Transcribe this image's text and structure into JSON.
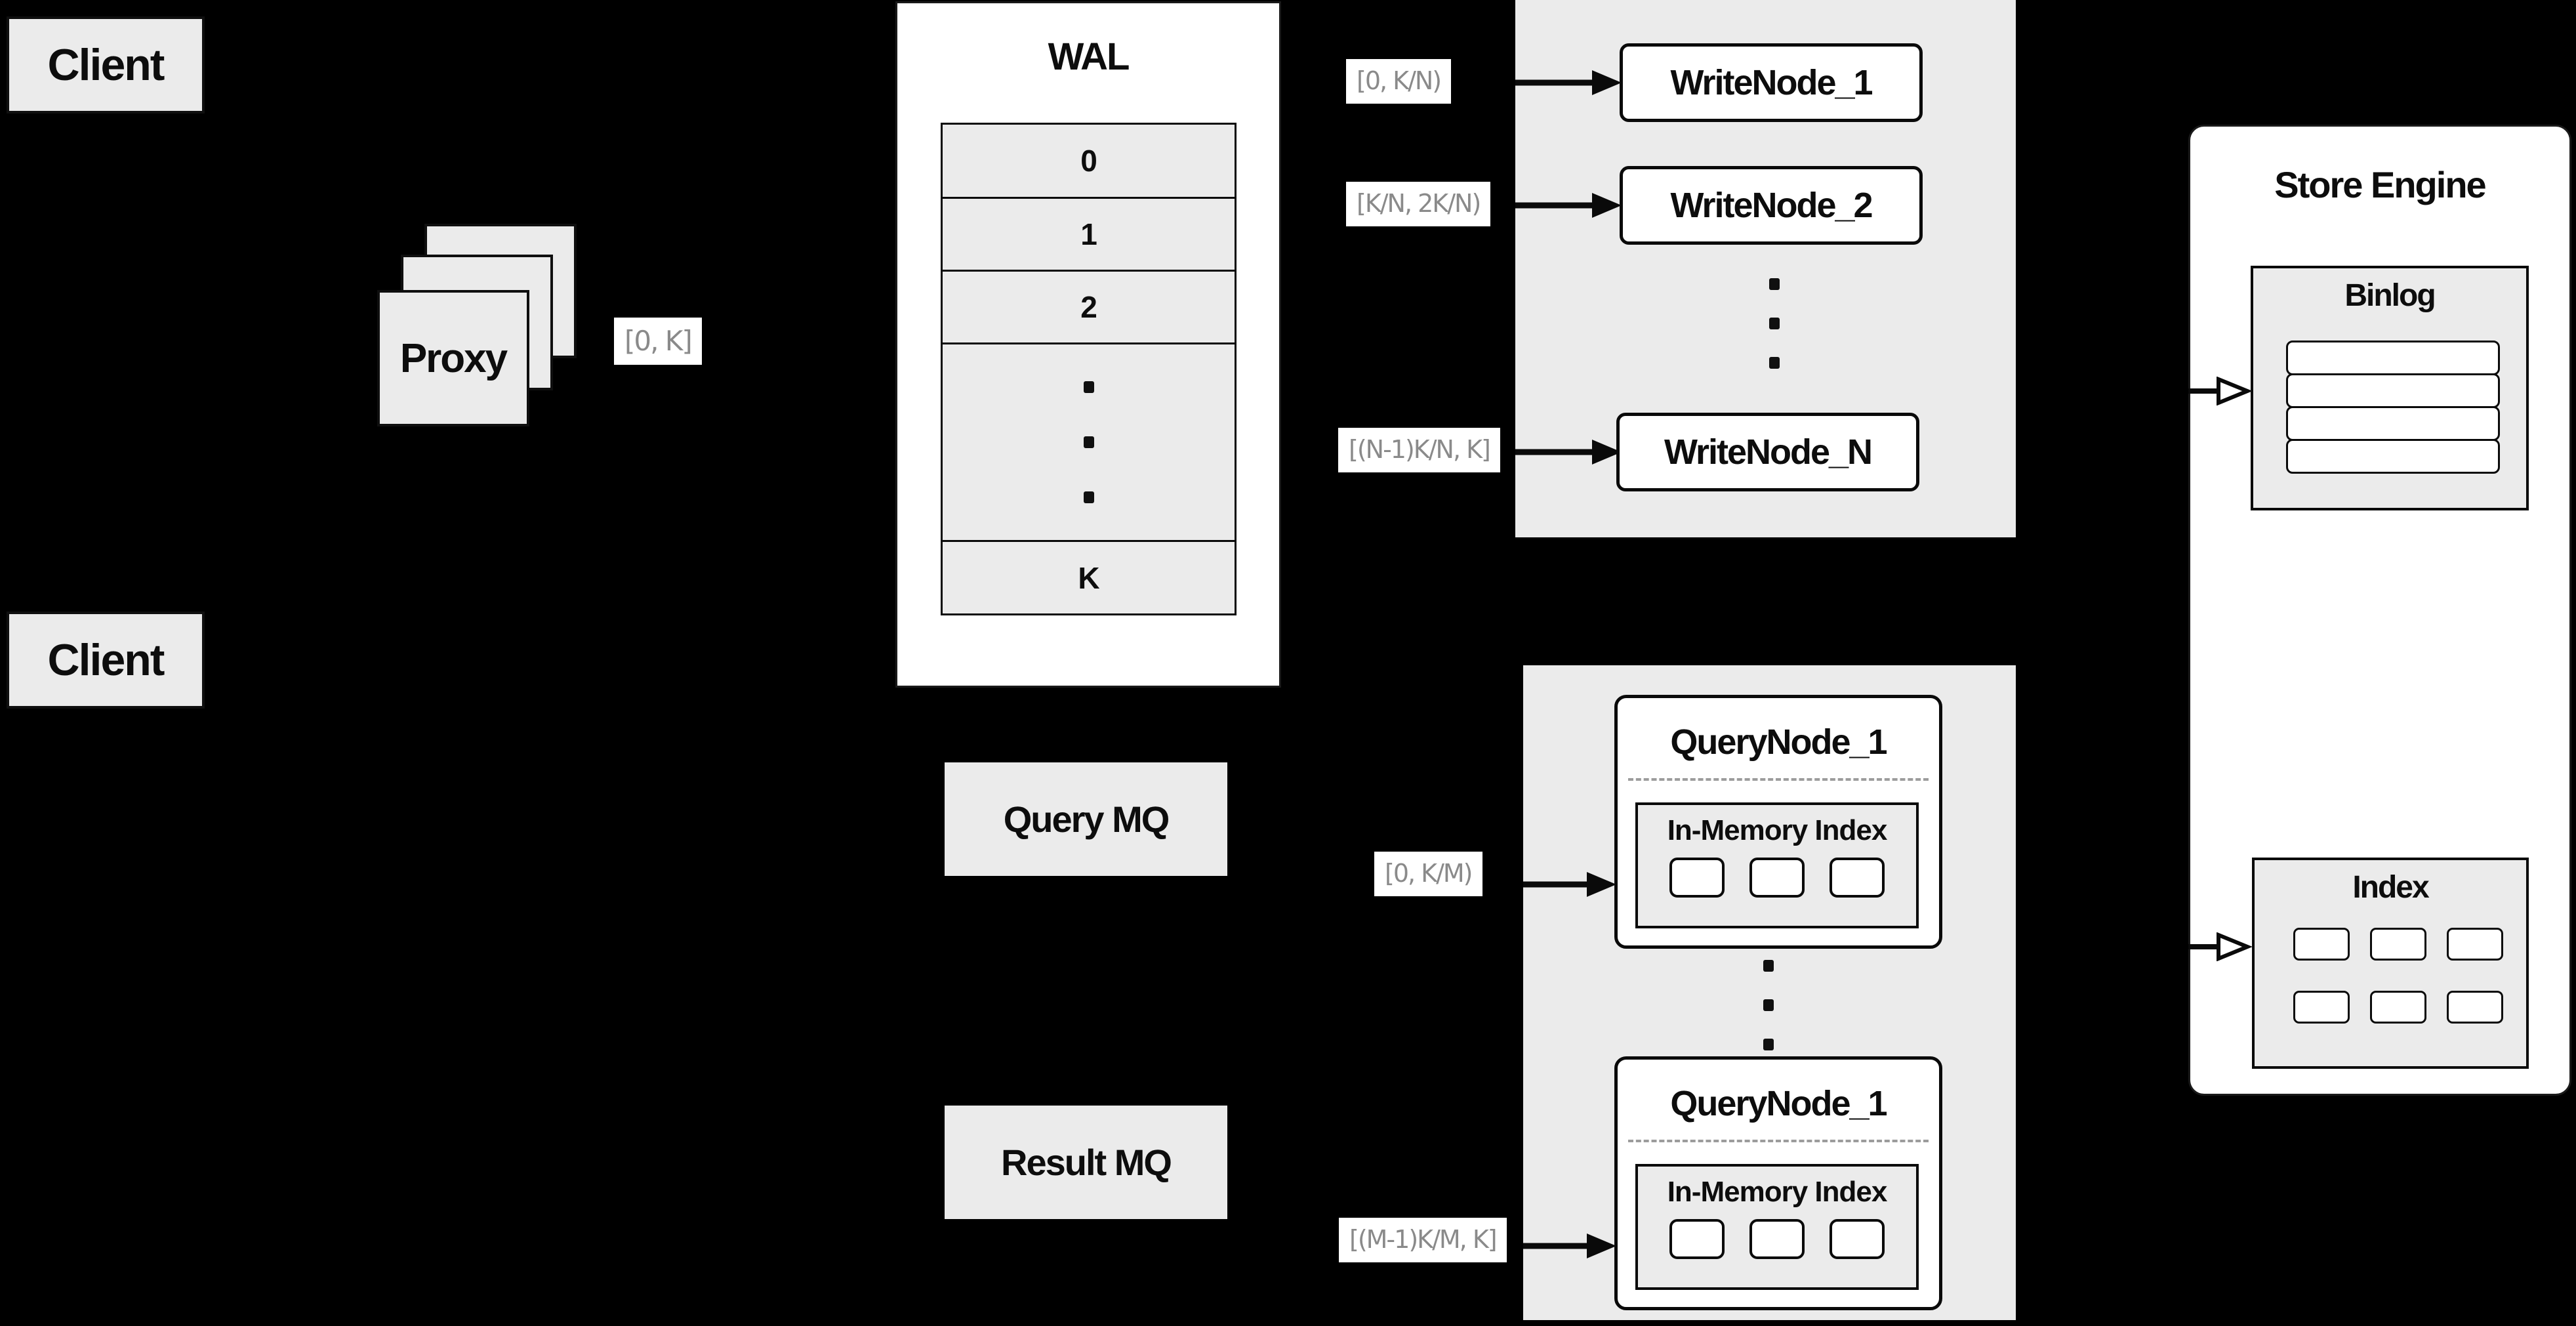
{
  "colors": {
    "background": "#000000",
    "panel_gray": "#ebebeb",
    "box_white": "#ffffff",
    "stroke": "#0a0a0a",
    "range_label_text": "#8a8a8a"
  },
  "clients": {
    "top_label": "Client",
    "bottom_label": "Client"
  },
  "proxy": {
    "label": "Proxy"
  },
  "range_labels": {
    "proxy_out": "[0, K]",
    "write_1": "[0, K/N)",
    "write_2": "[K/N, 2K/N)",
    "write_n": "[(N-1)K/N, K]",
    "query_1": "[0, K/M)",
    "query_m": "[(M-1)K/M, K]"
  },
  "wal": {
    "title": "WAL",
    "rows": [
      "0",
      "1",
      "2",
      "K"
    ]
  },
  "write_group": {
    "nodes": [
      "WriteNode_1",
      "WriteNode_2",
      "WriteNode_N"
    ]
  },
  "mq": {
    "query_label": "Query MQ",
    "result_label": "Result MQ"
  },
  "query_group": {
    "nodes": [
      {
        "title": "QueryNode_1",
        "index_title": "In-Memory Index"
      },
      {
        "title": "QueryNode_1",
        "index_title": "In-Memory Index"
      }
    ]
  },
  "store_engine": {
    "title": "Store Engine",
    "binlog_title": "Binlog",
    "index_title": "Index"
  }
}
